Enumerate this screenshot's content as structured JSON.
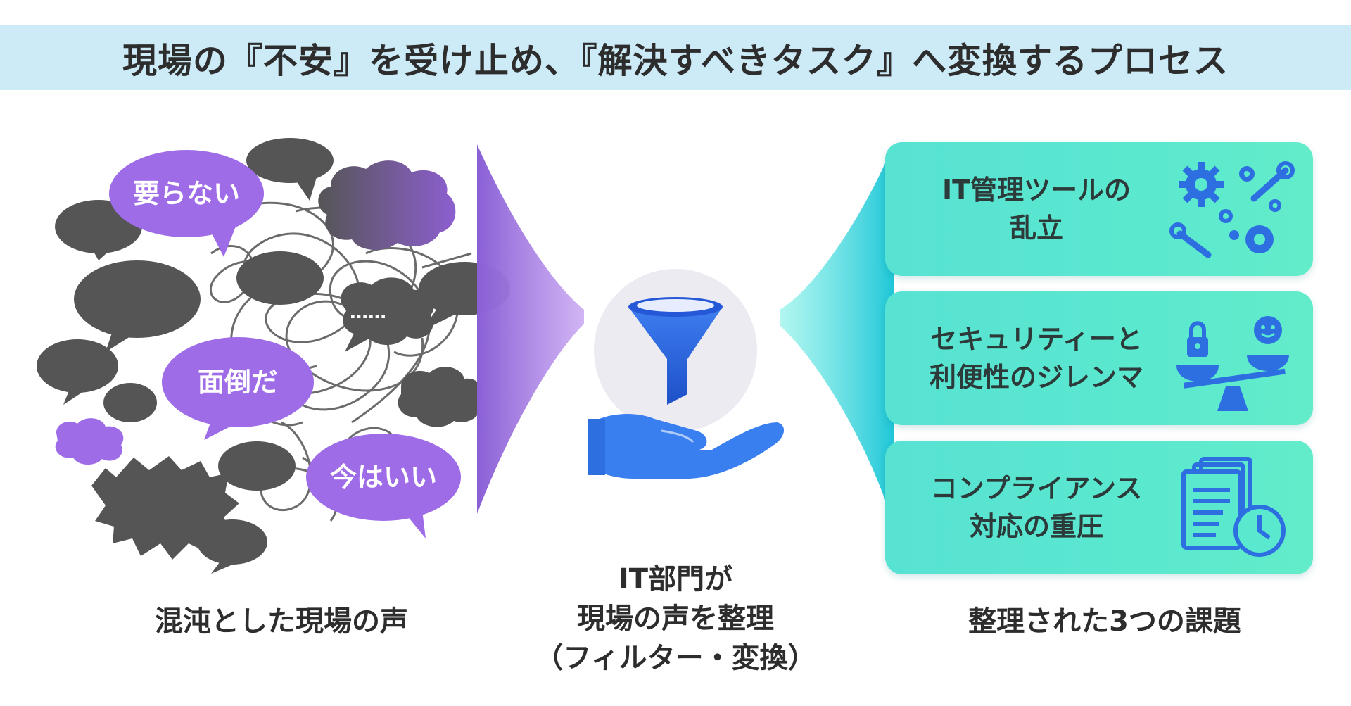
{
  "title": "現場の『不安』を受け止め、『解決すべきタスク』へ変換するプロセス",
  "left": {
    "bubbles": [
      "要らない",
      "面倒だ",
      "今はいい",
      "……"
    ],
    "caption": "混沌とした現場の声"
  },
  "center": {
    "caption_lines": [
      "IT部門が",
      "現場の声を整理",
      "（フィルター・変換）"
    ]
  },
  "right": {
    "cards": [
      {
        "text": "IT管理ツールの\n乱立",
        "icon": "gears-wrench-icon"
      },
      {
        "text": "セキュリティーと\n利便性のジレンマ",
        "icon": "balance-scale-icon"
      },
      {
        "text": "コンプライアンス\n対応の重圧",
        "icon": "documents-clock-icon"
      }
    ],
    "caption": "整理された3つの課題"
  },
  "colors": {
    "banner": "#cdeaf7",
    "purple": "#9f6ce8",
    "gray": "#555555",
    "teal": "#58e2d2",
    "blue": "#2d6fe0"
  }
}
